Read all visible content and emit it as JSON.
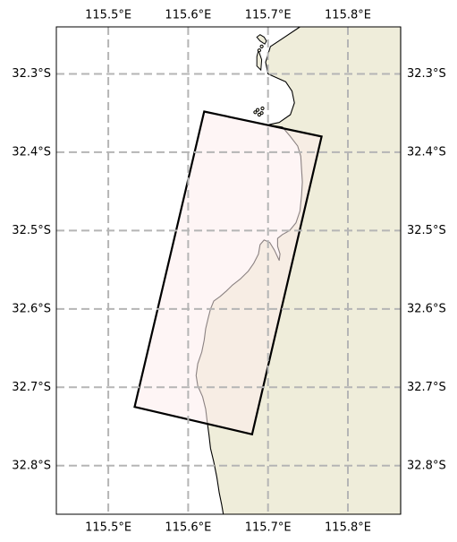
{
  "map": {
    "extent": {
      "lon_min": 115.435,
      "lon_max": 115.866,
      "lat_min": -32.862,
      "lat_max": -32.24
    },
    "colors": {
      "land": "#efedda",
      "ocean": "#ffffff",
      "grid": "#b5b5b5",
      "footprint_fill": "#fdeced",
      "footprint_stroke": "#000000",
      "coastline": "#000000"
    },
    "lon_ticks": [
      {
        "value": 115.5,
        "label": "115.5°E"
      },
      {
        "value": 115.6,
        "label": "115.6°E"
      },
      {
        "value": 115.7,
        "label": "115.7°E"
      },
      {
        "value": 115.8,
        "label": "115.8°E"
      }
    ],
    "lat_ticks": [
      {
        "value": -32.3,
        "label": "32.3°S"
      },
      {
        "value": -32.4,
        "label": "32.4°S"
      },
      {
        "value": -32.5,
        "label": "32.5°S"
      },
      {
        "value": -32.6,
        "label": "32.6°S"
      },
      {
        "value": -32.7,
        "label": "32.7°S"
      },
      {
        "value": -32.8,
        "label": "32.8°S"
      }
    ],
    "footprint": [
      [
        115.62,
        -32.348
      ],
      [
        115.767,
        -32.38
      ],
      [
        115.68,
        -32.76
      ],
      [
        115.533,
        -32.725
      ]
    ],
    "coastline": [
      [
        115.74,
        -32.24
      ],
      [
        115.718,
        -32.255
      ],
      [
        115.703,
        -32.265
      ],
      [
        115.697,
        -32.285
      ],
      [
        115.7,
        -32.3
      ],
      [
        115.722,
        -32.31
      ],
      [
        115.73,
        -32.322
      ],
      [
        115.733,
        -32.337
      ],
      [
        115.728,
        -32.352
      ],
      [
        115.714,
        -32.362
      ],
      [
        115.7,
        -32.365
      ],
      [
        115.718,
        -32.368
      ],
      [
        115.728,
        -32.38
      ],
      [
        115.737,
        -32.392
      ],
      [
        115.741,
        -32.405
      ],
      [
        115.742,
        -32.422
      ],
      [
        115.743,
        -32.438
      ],
      [
        115.742,
        -32.455
      ],
      [
        115.74,
        -32.475
      ],
      [
        115.735,
        -32.49
      ],
      [
        115.727,
        -32.5
      ],
      [
        115.718,
        -32.505
      ],
      [
        115.712,
        -32.51
      ],
      [
        115.712,
        -32.52
      ],
      [
        115.715,
        -32.53
      ],
      [
        115.714,
        -32.538
      ],
      [
        115.708,
        -32.525
      ],
      [
        115.702,
        -32.515
      ],
      [
        115.695,
        -32.512
      ],
      [
        115.69,
        -32.518
      ],
      [
        115.688,
        -32.53
      ],
      [
        115.682,
        -32.542
      ],
      [
        115.675,
        -32.552
      ],
      [
        115.665,
        -32.562
      ],
      [
        115.655,
        -32.57
      ],
      [
        115.648,
        -32.577
      ],
      [
        115.64,
        -32.584
      ],
      [
        115.632,
        -32.59
      ],
      [
        115.628,
        -32.6
      ],
      [
        115.625,
        -32.612
      ],
      [
        115.622,
        -32.625
      ],
      [
        115.62,
        -32.64
      ],
      [
        115.617,
        -32.655
      ],
      [
        115.612,
        -32.67
      ],
      [
        115.61,
        -32.685
      ],
      [
        115.612,
        -32.698
      ],
      [
        115.618,
        -32.712
      ],
      [
        115.622,
        -32.728
      ],
      [
        115.624,
        -32.745
      ],
      [
        115.626,
        -32.76
      ],
      [
        115.628,
        -32.778
      ],
      [
        115.632,
        -32.795
      ],
      [
        115.636,
        -32.815
      ],
      [
        115.639,
        -32.835
      ],
      [
        115.642,
        -32.85
      ],
      [
        115.644,
        -32.862
      ],
      [
        115.866,
        -32.862
      ],
      [
        115.866,
        -32.24
      ]
    ],
    "rottnest": [
      [
        115.69,
        -32.25
      ],
      [
        115.695,
        -32.253
      ],
      [
        115.698,
        -32.258
      ],
      [
        115.696,
        -32.262
      ],
      [
        115.69,
        -32.258
      ],
      [
        115.686,
        -32.253
      ]
    ],
    "garden_island": [
      [
        115.688,
        -32.27
      ],
      [
        115.692,
        -32.282
      ],
      [
        115.691,
        -32.295
      ],
      [
        115.686,
        -32.29
      ],
      [
        115.686,
        -32.278
      ]
    ],
    "islets": [
      [
        115.687,
        -32.346
      ],
      [
        115.692,
        -32.35
      ],
      [
        115.689,
        -32.352
      ],
      [
        115.684,
        -32.349
      ],
      [
        115.693,
        -32.344
      ],
      [
        115.689,
        -32.27
      ],
      [
        115.692,
        -32.265
      ]
    ]
  }
}
